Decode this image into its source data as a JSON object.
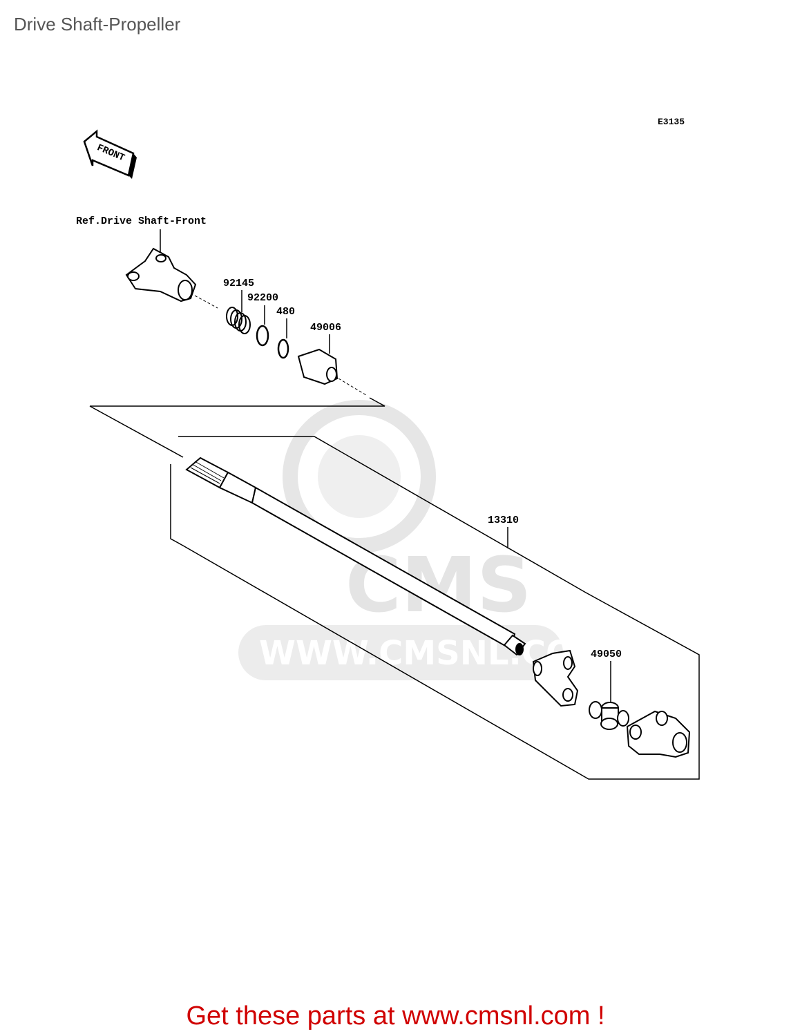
{
  "page": {
    "title": "Drive Shaft-Propeller"
  },
  "diagram": {
    "code": "E3135",
    "front_label": "FRONT",
    "ref_label": "Ref.Drive Shaft-Front",
    "parts": [
      {
        "number": "92145"
      },
      {
        "number": "92200"
      },
      {
        "number": "480"
      },
      {
        "number": "49006"
      },
      {
        "number": "13310"
      },
      {
        "number": "49050"
      }
    ]
  },
  "watermark": {
    "brand": "CMS",
    "url": "WWW.CMSNL.COM"
  },
  "cta": {
    "text": "Get these parts at www.cmsnl.com !"
  },
  "colors": {
    "cta": "#d00000",
    "title": "#555555",
    "watermark": "#e4e4e4"
  }
}
